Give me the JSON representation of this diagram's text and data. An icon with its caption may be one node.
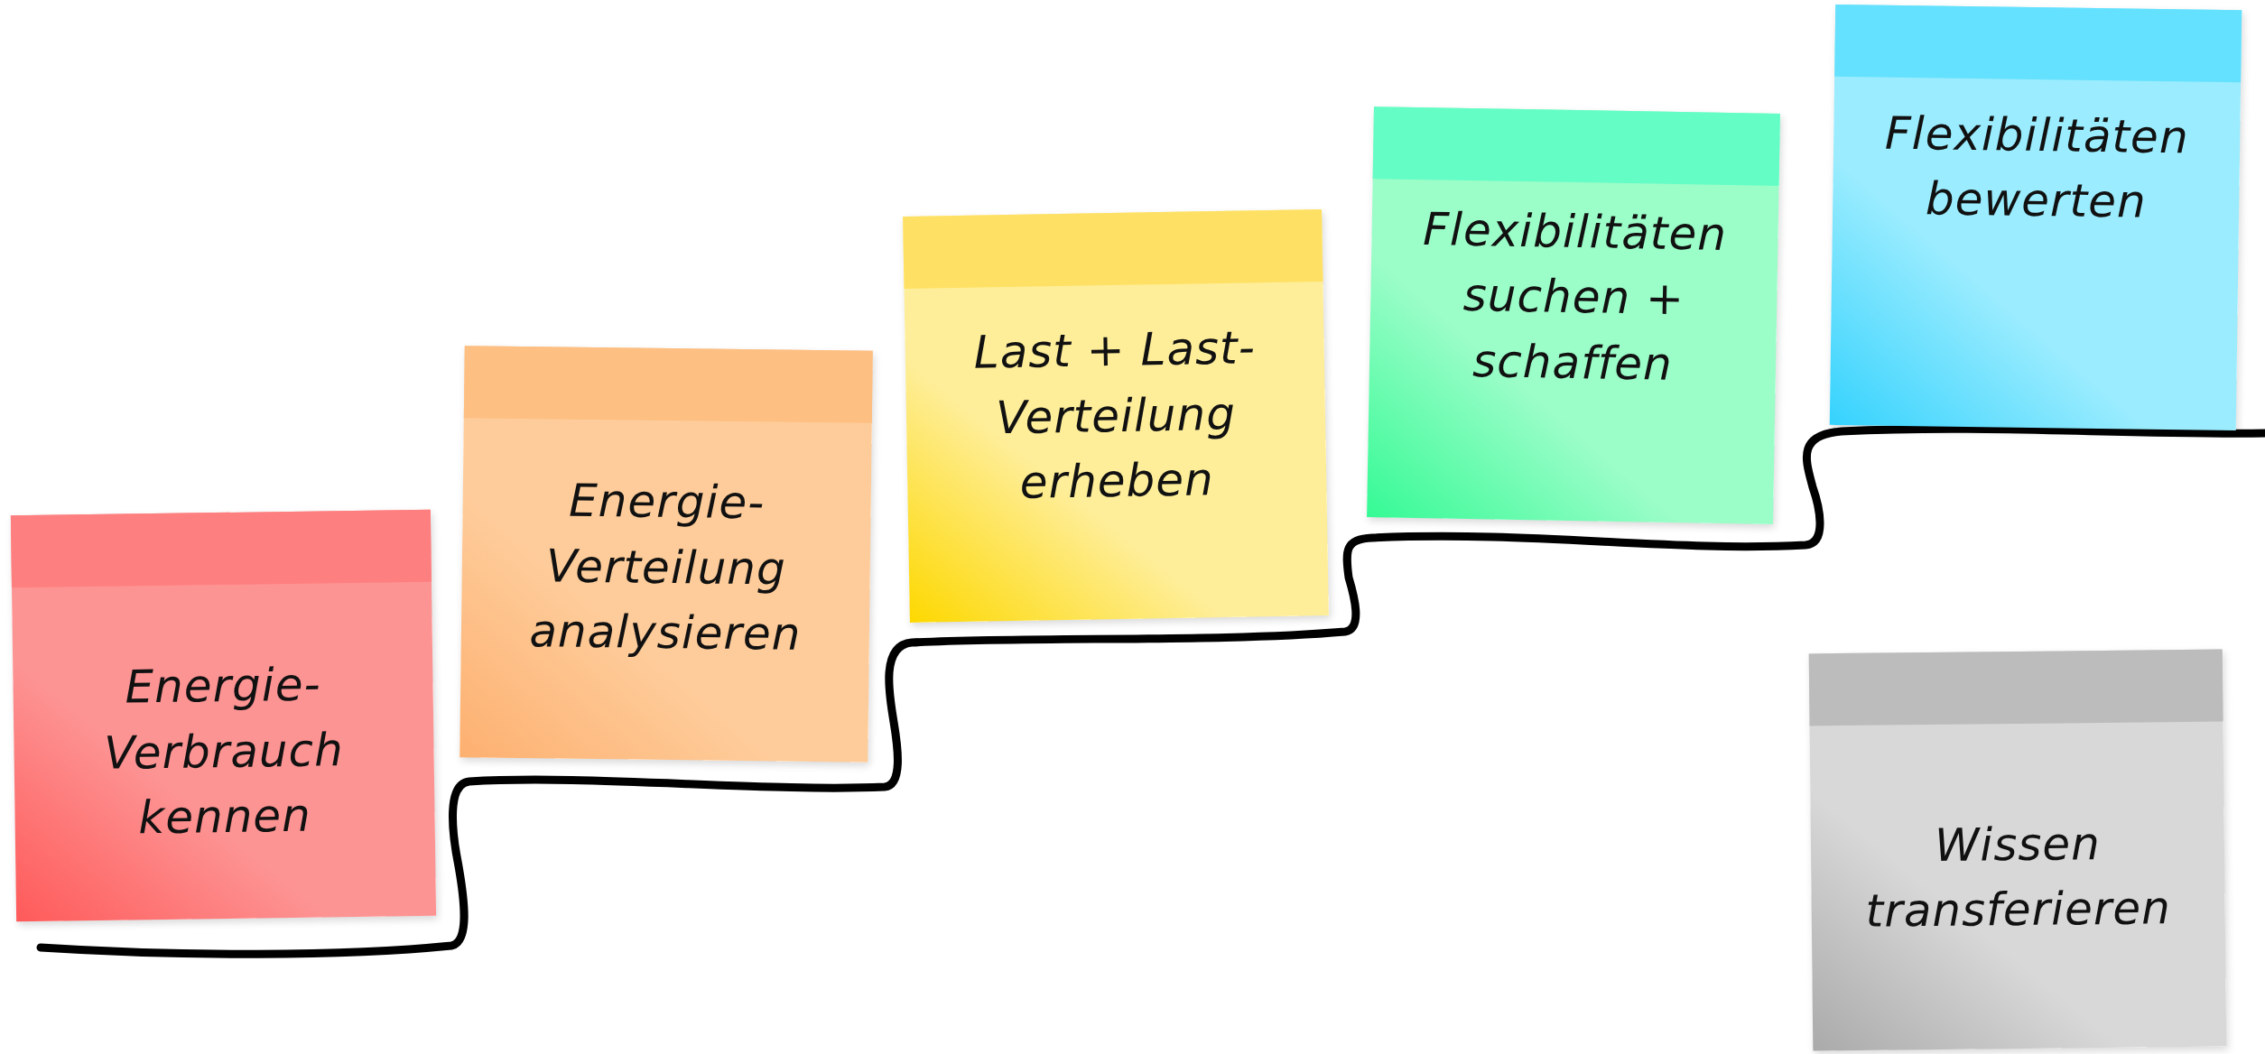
{
  "diagram": {
    "nodes": [
      {
        "text": [
          "Energie-Verbrauch kennen"
        ]
      },
      {
        "text": [
          "Energie-Verteilung analysieren"
        ]
      },
      {
        "text": [
          "Last + Last-Verteilung erheben"
        ]
      },
      {
        "text": [
          "Flexibilitäten suchen + schaffen"
        ]
      },
      {
        "text": [
          "Flexibilitäten bewerten"
        ]
      },
      {
        "text": [
          "Wissen transferieren"
        ]
      }
    ],
    "edges": []
  }
}
